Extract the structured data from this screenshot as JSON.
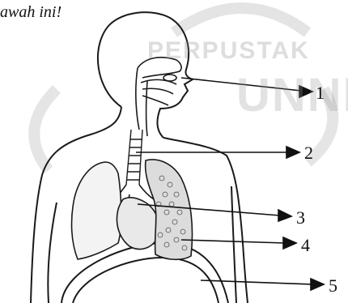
{
  "caption_fragment": "awah ini!",
  "watermark": {
    "top": "PERPUSTAK",
    "bottom": "UNNE"
  },
  "labels": [
    "1",
    "2",
    "3",
    "4",
    "5"
  ]
}
